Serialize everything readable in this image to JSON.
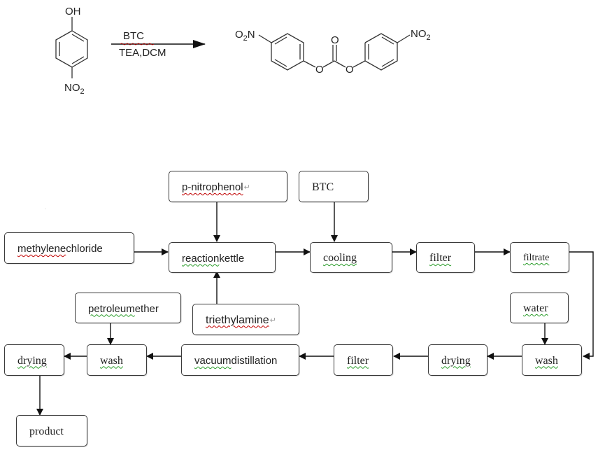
{
  "reaction": {
    "reactant": {
      "name": "p-nitrophenol",
      "top_group": "OH",
      "bottom_group": "NO2"
    },
    "conditions": {
      "above_arrow": "BTC",
      "below_arrow": "TEA,DCM"
    },
    "product": {
      "name": "bis(4-nitrophenyl) carbonate",
      "left_group": "O2N",
      "right_group": "NO2",
      "carbonyl_O": "O",
      "ester_O_left": "O",
      "ester_O_right": "O"
    }
  },
  "flowchart": {
    "nodes": {
      "p_nitrophenol": {
        "label_a": "p-nitrophenol",
        "pilcrow": "↵"
      },
      "btc": {
        "label": "BTC"
      },
      "methylene_chloride": {
        "label_a": "methylene",
        "label_b": " chloride"
      },
      "reaction_kettle": {
        "label_a": "reaction",
        "label_b": " kettle"
      },
      "cooling": {
        "label": "cooling"
      },
      "filter_1": {
        "label": "filter"
      },
      "filtrate": {
        "label": "filtrate"
      },
      "triethylamine": {
        "label": "triethylamine",
        "pilcrow": "↵"
      },
      "water": {
        "label": "water"
      },
      "wash_1": {
        "label": "wash"
      },
      "drying_1": {
        "label": "drying"
      },
      "filter_2": {
        "label": "filter"
      },
      "vacuum_distillation": {
        "label_a": "vacuum",
        "label_b": " distillation"
      },
      "petroleum_ether": {
        "label_a": "petroleum",
        "label_b": " ether"
      },
      "wash_2": {
        "label": "wash"
      },
      "drying_2": {
        "label": "drying"
      },
      "product": {
        "label": "product"
      }
    },
    "edges": [
      [
        "p_nitrophenol",
        "reaction_kettle"
      ],
      [
        "methylene_chloride",
        "reaction_kettle"
      ],
      [
        "triethylamine",
        "reaction_kettle"
      ],
      [
        "reaction_kettle",
        "cooling"
      ],
      [
        "btc",
        "cooling"
      ],
      [
        "cooling",
        "filter_1"
      ],
      [
        "filter_1",
        "filtrate"
      ],
      [
        "filtrate",
        "wash_1"
      ],
      [
        "water",
        "wash_1"
      ],
      [
        "wash_1",
        "drying_1"
      ],
      [
        "drying_1",
        "filter_2"
      ],
      [
        "filter_2",
        "vacuum_distillation"
      ],
      [
        "vacuum_distillation",
        "wash_2"
      ],
      [
        "petroleum_ether",
        "wash_2"
      ],
      [
        "wash_2",
        "drying_2"
      ],
      [
        "drying_2",
        "product"
      ]
    ]
  }
}
